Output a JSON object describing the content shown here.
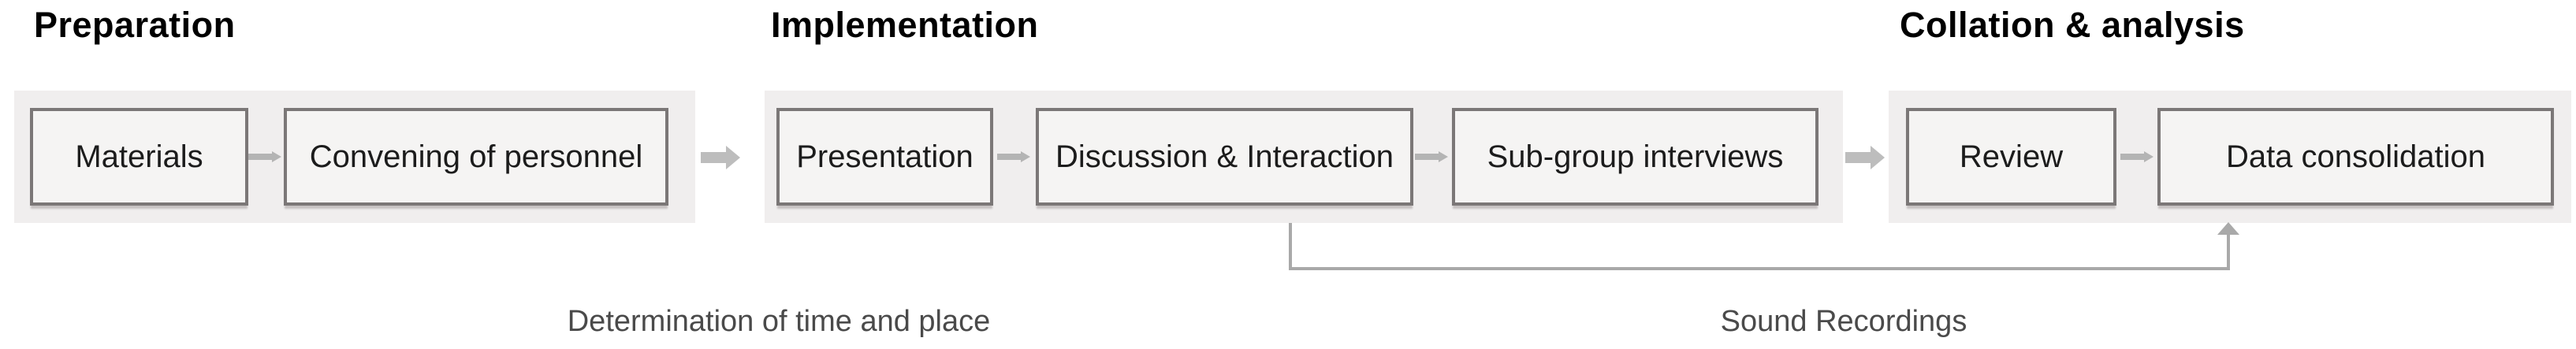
{
  "diagram": {
    "phases": [
      {
        "title": "Preparation",
        "steps": [
          "Materials",
          "Convening of personnel"
        ]
      },
      {
        "title": "Implementation",
        "steps": [
          "Presentation",
          "Discussion & Interaction",
          "Sub-group interviews"
        ]
      },
      {
        "title": "Collation & analysis",
        "steps": [
          "Review",
          "Data consolidation"
        ]
      }
    ],
    "annotations": [
      {
        "label": "Determination of time and place"
      },
      {
        "label": "Sound Recordings"
      }
    ]
  },
  "colors": {
    "page-bg": "#ffffff",
    "panel-bg": "#f0eeee",
    "box-bg": "#f5f4f3",
    "box-border": "#7b7777",
    "box-text": "#1c1c1c",
    "heading-text": "#000000",
    "connector-small": "#b4b4b4",
    "connector-block": "#bdbdbd",
    "line": "#a9a9a9",
    "annotation-text": "#4a4a4a"
  }
}
